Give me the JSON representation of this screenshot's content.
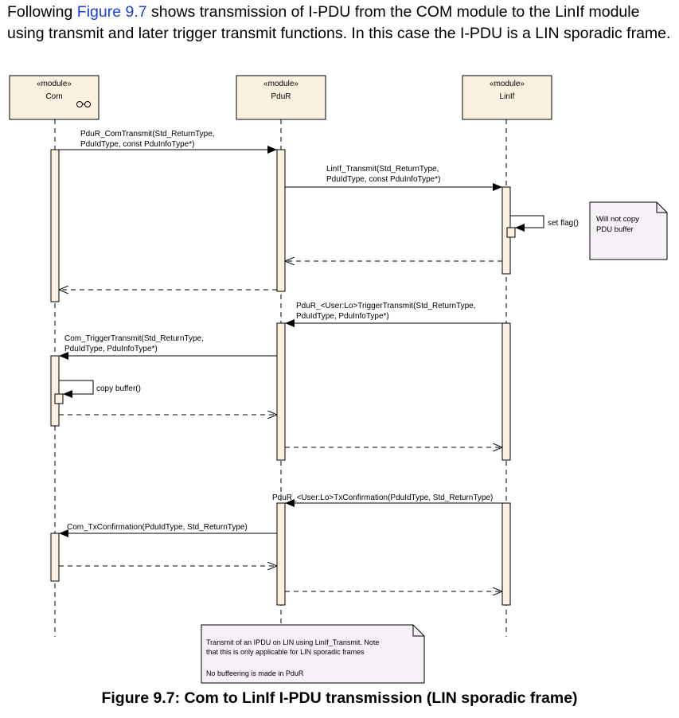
{
  "intro": {
    "before": "Following ",
    "link": "Figure 9.7",
    "after": " shows transmission of I-PDU from the COM module to the LinIf module using transmit and later trigger transmit functions. In this case the I-PDU is a LIN sporadic frame."
  },
  "modules": [
    {
      "stereotype": "«module»",
      "name": "Com"
    },
    {
      "stereotype": "«module»",
      "name": "PduR"
    },
    {
      "stereotype": "«module»",
      "name": "LinIf"
    }
  ],
  "messages": {
    "m1": [
      "PduR_ComTransmit(Std_ReturnType,",
      "PduIdType, const PduInfoType*)"
    ],
    "m2": [
      "LinIf_Transmit(Std_ReturnType,",
      "PduIdType, const PduInfoType*)"
    ],
    "m3": "set flag()",
    "m4": [
      "PduR_<User:Lo>TriggerTransmit(Std_ReturnType,",
      "PduIdType, PduInfoType*)"
    ],
    "m5": [
      "Com_TriggerTransmit(Std_ReturnType,",
      "PduIdType, PduInfoType*)"
    ],
    "m6": "copy buffer()",
    "m7": "PduR_<User:Lo>TxConfirmation(PduIdType, Std_ReturnType)",
    "m8": "Com_TxConfirmation(PduIdType, Std_ReturnType)"
  },
  "notes": {
    "copy": [
      "Will not copy",
      "PDU buffer"
    ],
    "bottom": [
      "Transmit of an IPDU on LIN using LinIf_Transmit. Note",
      "that this is only applicable for LIN sporadic frames",
      "No buffeering is made in PduR"
    ]
  },
  "caption": "Figure 9.7: Com to LinIf I-PDU transmission (LIN sporadic frame)"
}
